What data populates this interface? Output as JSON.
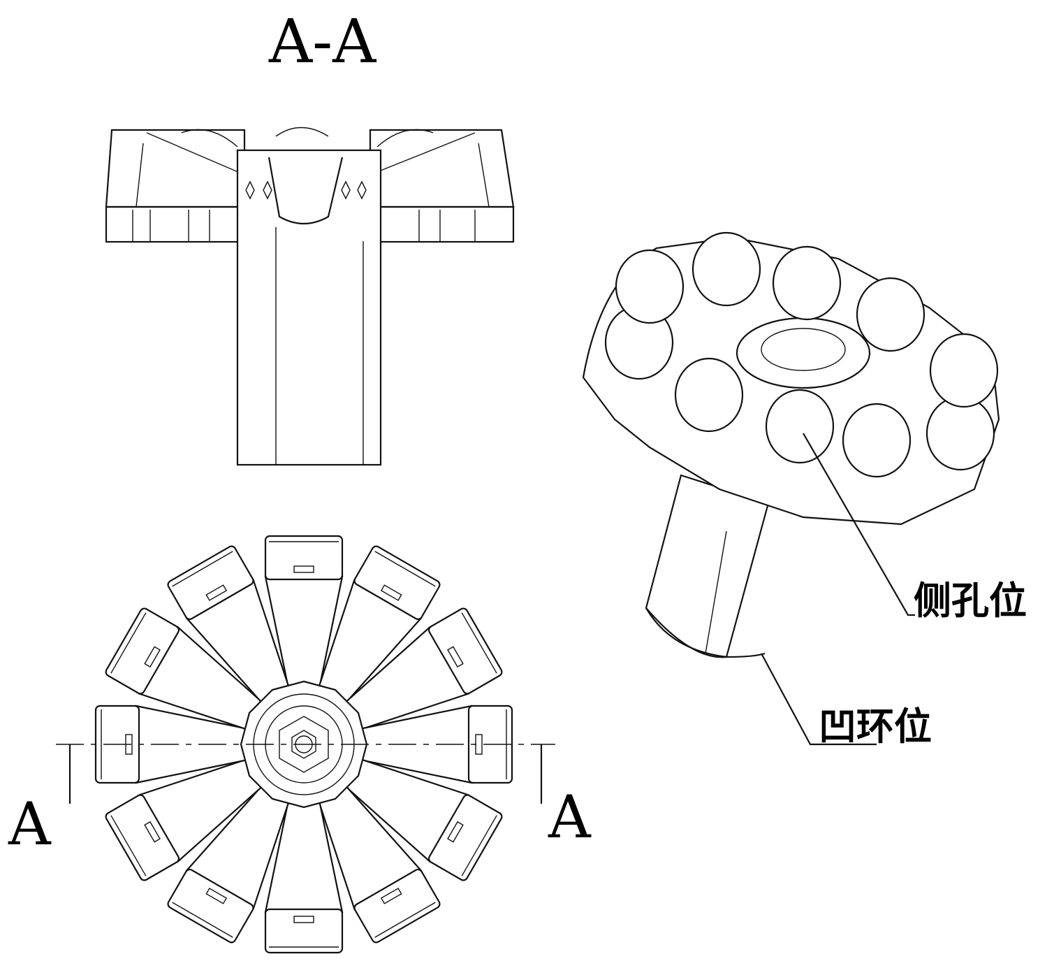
{
  "section_title": "A-A",
  "section_marks": {
    "left": "A",
    "right": "A"
  },
  "callouts": {
    "side_hole": "侧孔位",
    "recessed_ring": "凹环位"
  },
  "top_view": {
    "cup_count": 12
  }
}
